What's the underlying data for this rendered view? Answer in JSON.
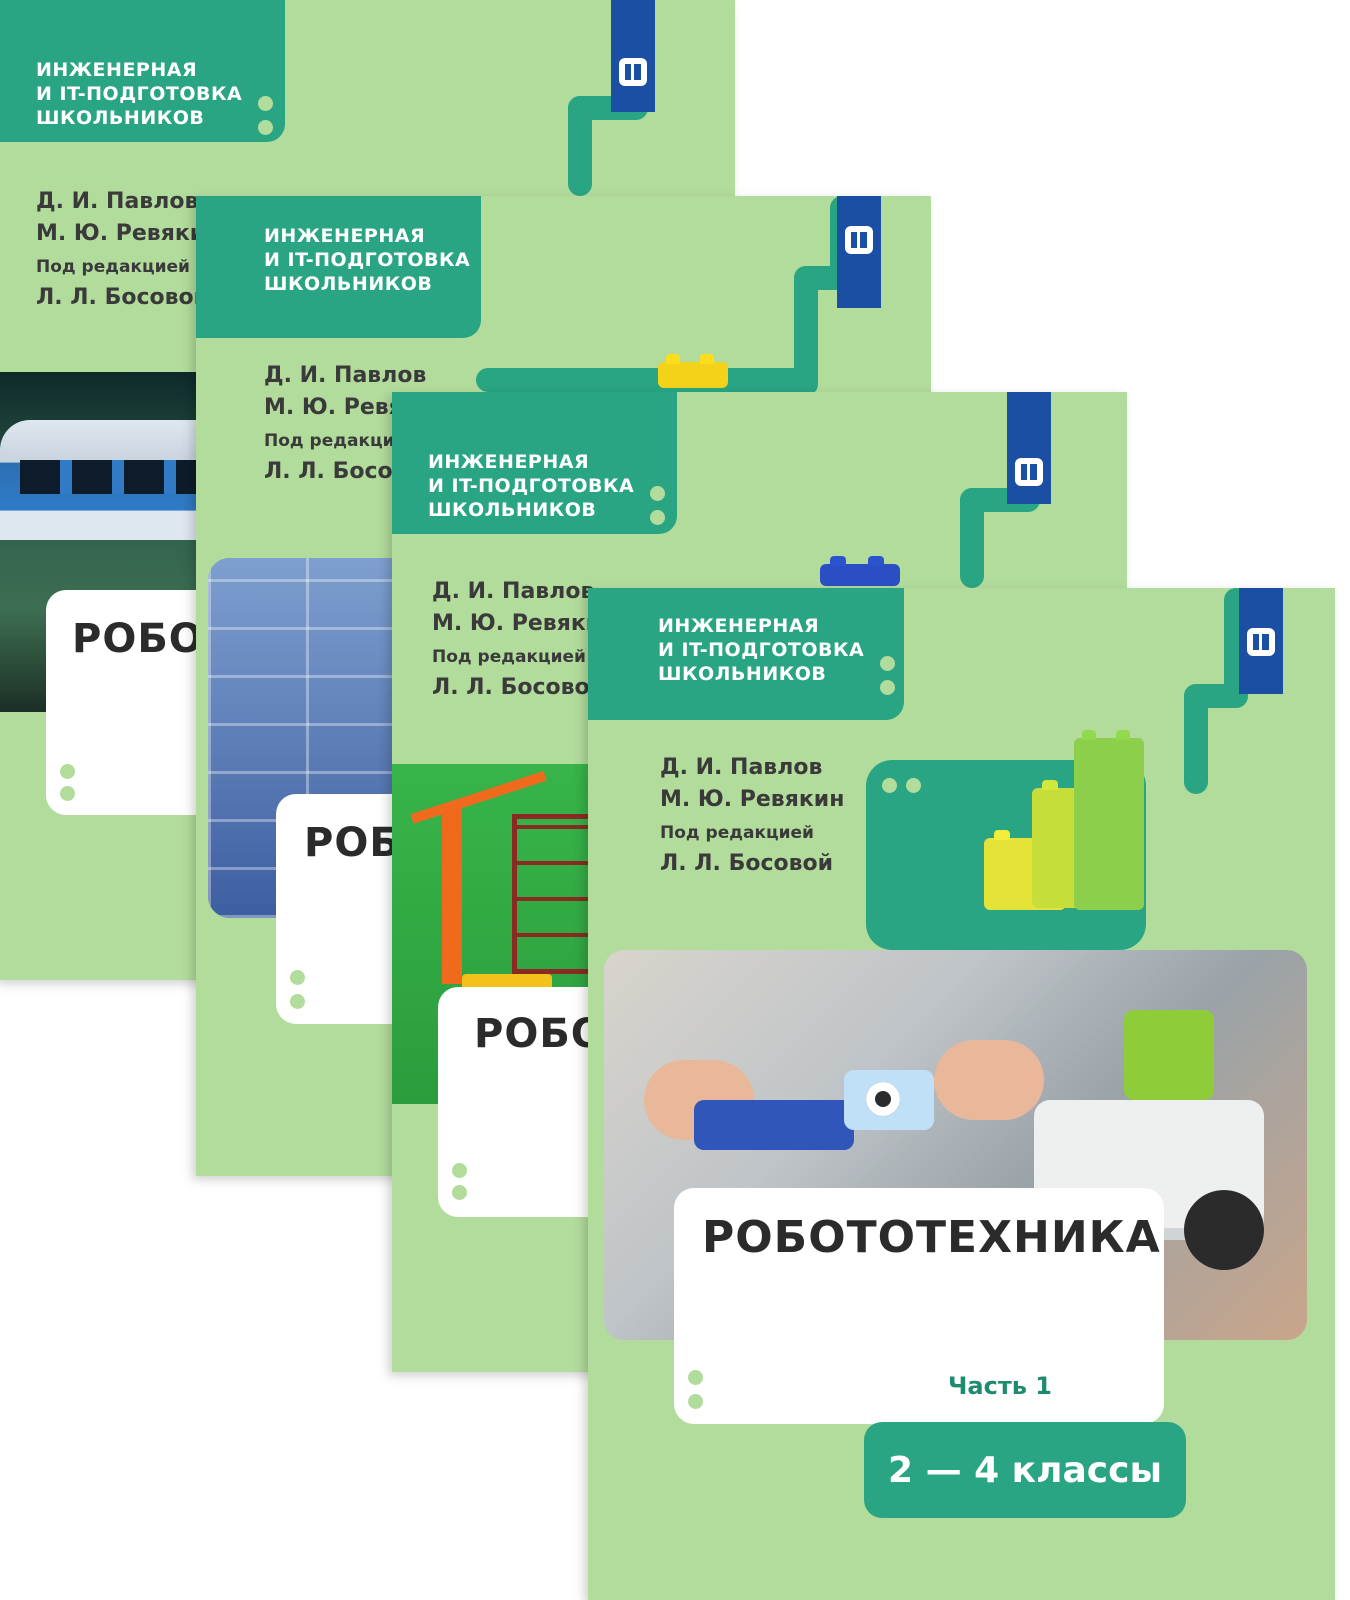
{
  "series": {
    "line1": "ИНЖЕНЕРНАЯ",
    "line2": "И IT-ПОДГОТОВКА",
    "line3": "ШКОЛЬНИКОВ"
  },
  "authors": {
    "author1": "Д. И. Павлов",
    "author2": "М. Ю. Ревякин",
    "edited_by": "Под редакцией",
    "editor": "Л. Л. Босовой"
  },
  "books": [
    {
      "title_visible": "РОБО",
      "authors_visible": {
        "author1": "Д. И. Павлов",
        "author2": "М. Ю. Ревяки",
        "edited_by": "Под редакцией",
        "editor": "Л. Л. Босовой"
      }
    },
    {
      "title_visible": "РОБ",
      "authors_visible": {
        "author1": "Д. И. Павлов",
        "author2": "М. Ю. Ревя",
        "edited_by": "Под редакци",
        "editor": "Л. Л. Босов"
      }
    },
    {
      "title_visible": "РОБО",
      "authors_visible": {
        "author1": "Д. И. Павлов",
        "author2": "М. Ю. Ревяки",
        "edited_by": "Под редакцией",
        "editor": "Л. Л. Босовой"
      }
    },
    {
      "title": "РОБОТОТЕХНИКА",
      "part": "Часть 1",
      "grades": "2 — 4 классы"
    }
  ],
  "colors": {
    "cover": "#b2dc9c",
    "teal": "#2aa584",
    "publisher_blue": "#1a4fa3",
    "title_text": "#2b2b2b"
  },
  "icons": {
    "publisher_logo": "publisher-logo-icon"
  }
}
